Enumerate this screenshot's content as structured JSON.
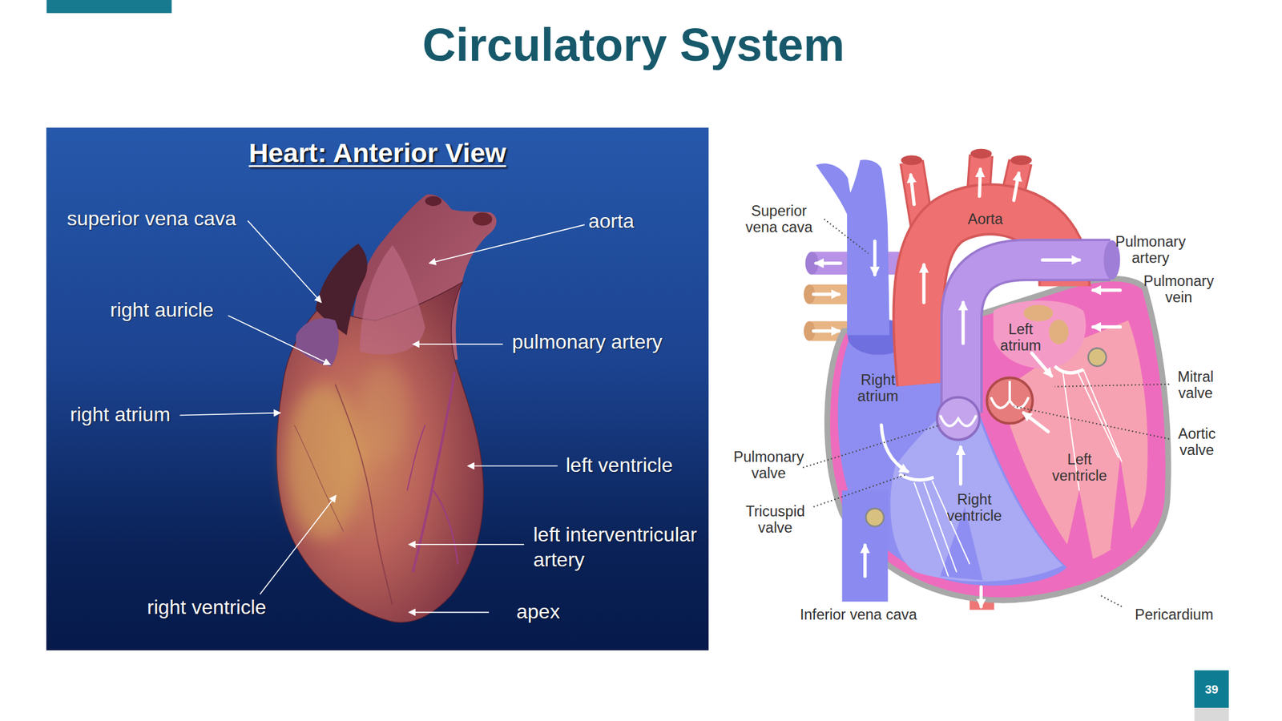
{
  "diagram": {
    "title": "Circulatory System",
    "nodes": [
      {
        "text": [
          "Heart: Anterior View"
        ]
      },
      {
        "text": [
          "39"
        ]
      }
    ],
    "labels": [
      "superior vena cava",
      "right auricle",
      "right atrium",
      "right ventricle",
      "aorta",
      "pulmonary artery",
      "left ventricle",
      "left interventricular artery",
      "apex",
      "Superior vena cava",
      "Aorta",
      "Pulmonary artery",
      "Pulmonary vein",
      "Left atrium",
      "Right atrium",
      "Mitral valve",
      "Aortic valve",
      "Pulmonary valve",
      "Left ventricle",
      "Tricuspid valve",
      "Right ventricle",
      "Inferior vena cava",
      "Pericardium"
    ]
  }
}
